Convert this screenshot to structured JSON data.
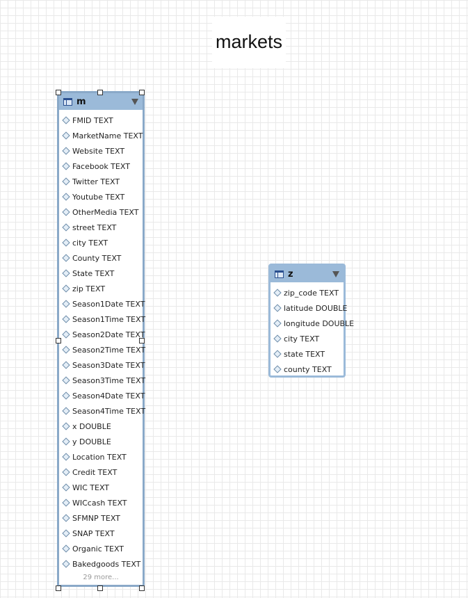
{
  "diagram": {
    "title": "markets"
  },
  "tables": {
    "m": {
      "name": "m",
      "columns": [
        "FMID TEXT",
        "MarketName TEXT",
        "Website TEXT",
        "Facebook TEXT",
        "Twitter TEXT",
        "Youtube TEXT",
        "OtherMedia TEXT",
        "street TEXT",
        "city TEXT",
        "County TEXT",
        "State TEXT",
        "zip TEXT",
        "Season1Date TEXT",
        "Season1Time TEXT",
        "Season2Date TEXT",
        "Season2Time TEXT",
        "Season3Date TEXT",
        "Season3Time TEXT",
        "Season4Date TEXT",
        "Season4Time TEXT",
        "x DOUBLE",
        "y DOUBLE",
        "Location TEXT",
        "Credit TEXT",
        "WIC TEXT",
        "WICcash TEXT",
        "SFMNP TEXT",
        "SNAP TEXT",
        "Organic TEXT",
        "Bakedgoods TEXT"
      ],
      "more_label": "29 more..."
    },
    "z": {
      "name": "z",
      "columns": [
        "zip_code TEXT",
        "latitude DOUBLE",
        "longitude DOUBLE",
        "city TEXT",
        "state TEXT",
        "county TEXT"
      ]
    }
  },
  "icons": {
    "table": "table-icon",
    "column": "diamond-icon",
    "collapse": "triangle-down-icon",
    "selection": "resize-handle"
  },
  "colors": {
    "header": "#9bbad9",
    "grid": "#e9e9e9"
  }
}
